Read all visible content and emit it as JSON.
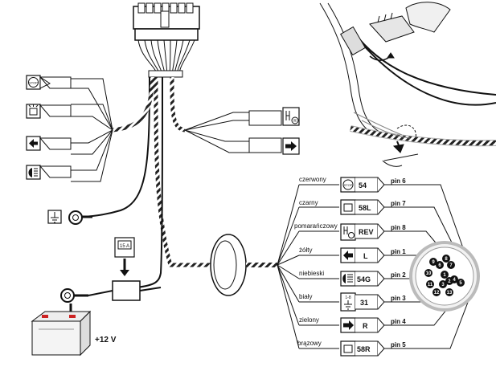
{
  "connector_rows": [
    {
      "wire": "czerwony",
      "icon": "stop-icon",
      "code": "54",
      "pin": "pin 6"
    },
    {
      "wire": "czarny",
      "icon": "parking-light-icon",
      "code": "58L",
      "pin": "pin 7"
    },
    {
      "wire": "pomarańczowy",
      "icon": "reverse-gear-icon",
      "code": "REV",
      "pin": "pin 8"
    },
    {
      "wire": "żółty",
      "icon": "arrow-left-icon",
      "code": "L",
      "pin": "pin 1"
    },
    {
      "wire": "niebieski",
      "icon": "fog-light-icon",
      "code": "54G",
      "pin": "pin 2"
    },
    {
      "wire": "biały",
      "icon": "ground-icon",
      "code": "31",
      "pin": "pin 3",
      "icon_text": "1-8"
    },
    {
      "wire": "zielony",
      "icon": "arrow-right-icon",
      "code": "R",
      "pin": "pin 4"
    },
    {
      "wire": "brązowy",
      "icon": "parking-light-icon",
      "code": "58R",
      "pin": "pin 5"
    }
  ],
  "fuse_label": "15 A",
  "battery_label": "+12 V",
  "socket_pins": [
    "1",
    "2",
    "3",
    "4",
    "5",
    "6",
    "7",
    "8",
    "9",
    "10",
    "11",
    "12",
    "13"
  ],
  "colors": {
    "line": "#111111",
    "battery_red": "#cc2222",
    "pin_fill": "#111111"
  }
}
